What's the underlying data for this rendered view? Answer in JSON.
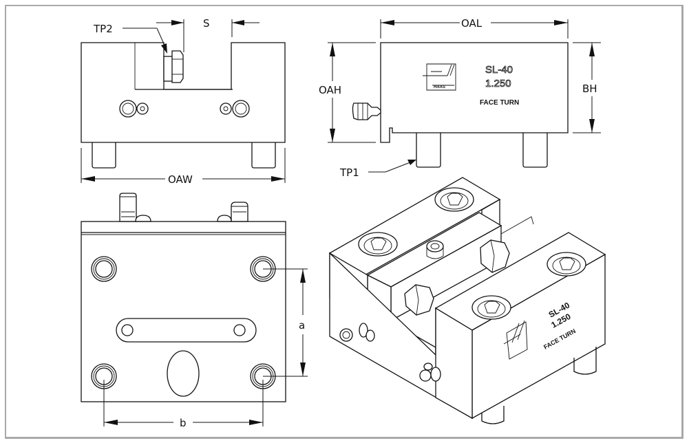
{
  "drawing": {
    "title": "SL-40 Face Turn Tool Holder",
    "views": {
      "front": {
        "labels": {
          "tp2": "TP2",
          "s": "S",
          "oaw": "OAW"
        }
      },
      "side": {
        "labels": {
          "oal": "OAL",
          "oah": "OAH",
          "bh": "BH",
          "tp1": "TP1"
        },
        "marking": {
          "model": "SL-40",
          "size": "1.250",
          "type": "FACE TURN",
          "logo": "haas-logo"
        }
      },
      "bottom": {
        "labels": {
          "a": "a",
          "b": "b"
        }
      },
      "isometric": {
        "marking": {
          "model": "SL-40",
          "size": "1.250",
          "type": "FACE TURN",
          "logo": "haas-logo"
        }
      }
    }
  }
}
